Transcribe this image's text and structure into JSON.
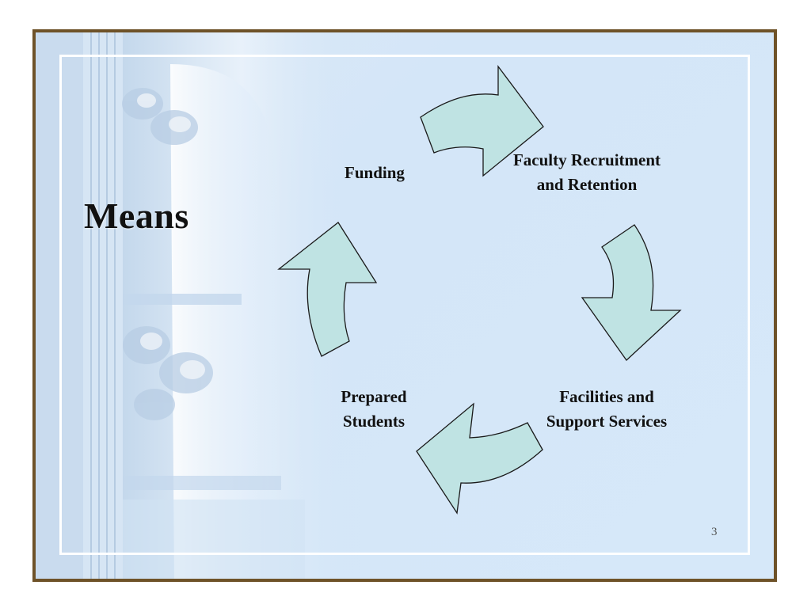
{
  "slide": {
    "title": "Means",
    "page_number": "3"
  },
  "diagram": {
    "type": "cycle",
    "nodes": [
      {
        "id": "funding",
        "lines": [
          "Funding"
        ]
      },
      {
        "id": "faculty",
        "lines": [
          "Faculty Recruitment",
          "and Retention"
        ]
      },
      {
        "id": "facilities",
        "lines": [
          "Facilities and",
          "Support Services"
        ]
      },
      {
        "id": "prepared",
        "lines": [
          "Prepared",
          "Students"
        ]
      }
    ],
    "edges": [
      {
        "from": "funding",
        "to": "faculty"
      },
      {
        "from": "faculty",
        "to": "facilities"
      },
      {
        "from": "facilities",
        "to": "prepared"
      },
      {
        "from": "prepared",
        "to": "funding"
      }
    ]
  },
  "colors": {
    "frame": "#6e5228",
    "arrow_fill": "#bfe3e3",
    "arrow_stroke": "#1a1a1a",
    "background": "#d4e6f8"
  }
}
